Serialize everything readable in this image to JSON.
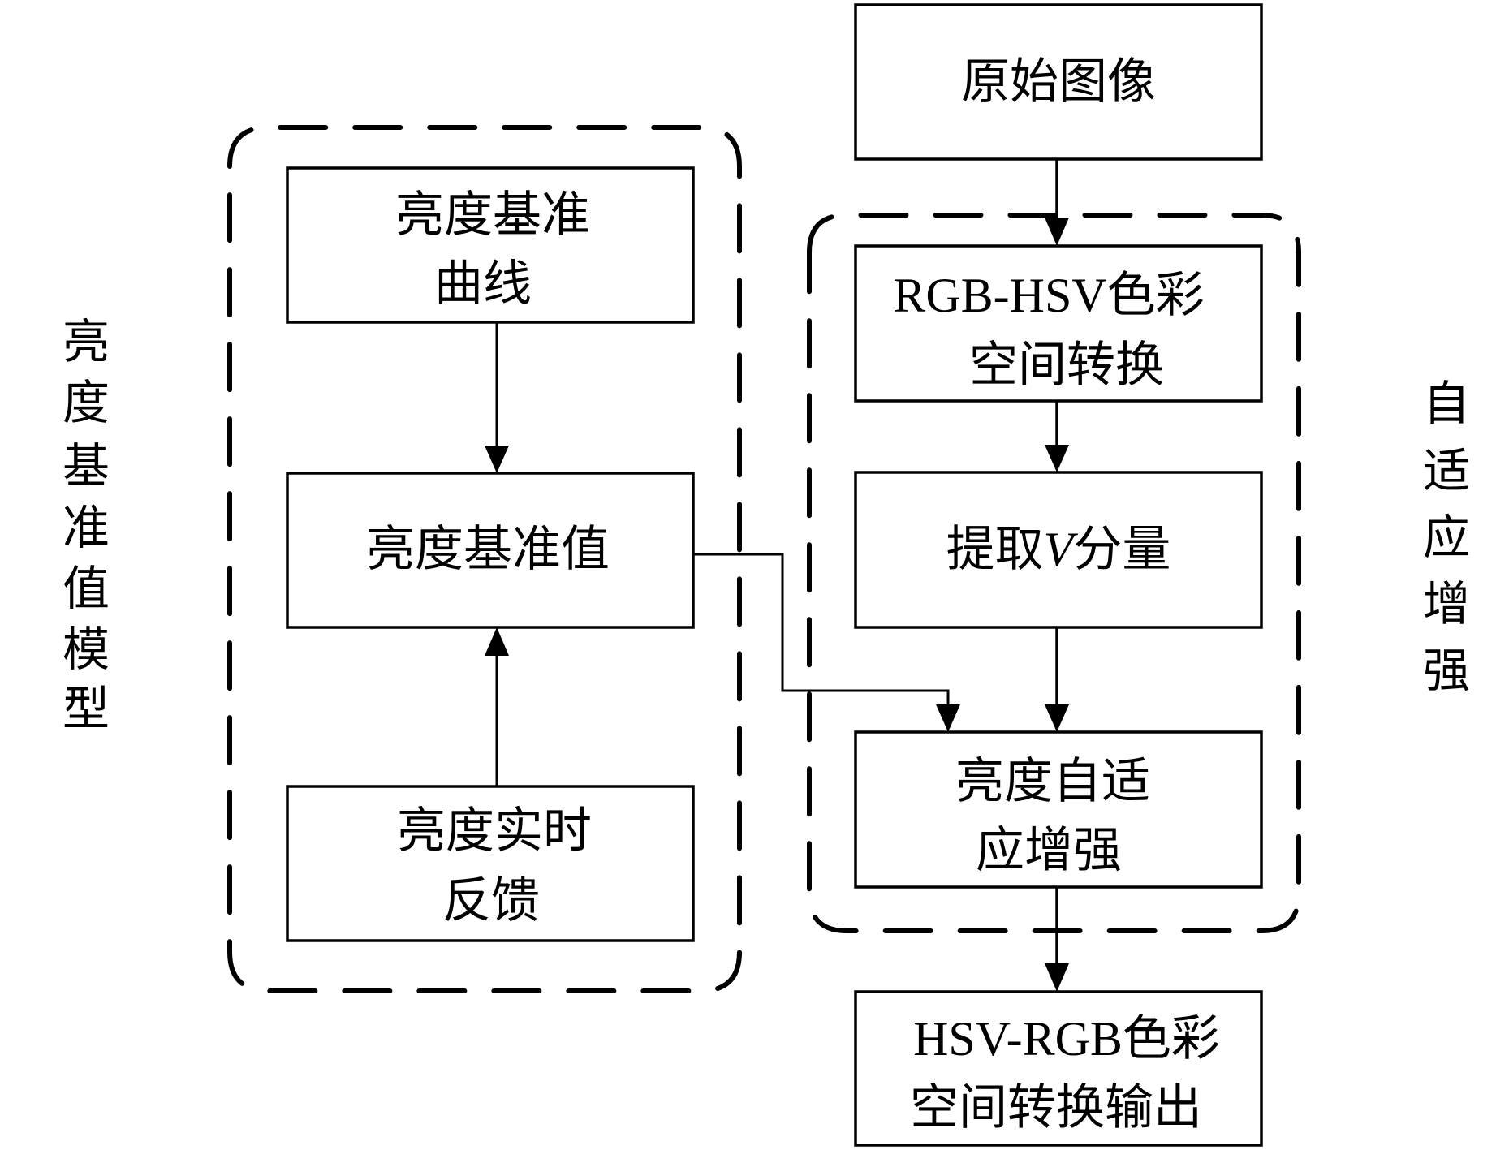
{
  "diagram": {
    "groups": {
      "brightness_model": {
        "label_chars": [
          "亮",
          "度",
          "基",
          "准",
          "值",
          "模",
          "型"
        ],
        "label": "亮度基准值模型"
      },
      "adaptive_enhancement": {
        "label_chars": [
          "自",
          "适",
          "应",
          "增",
          "强"
        ],
        "label": "自适应增强"
      }
    },
    "nodes": {
      "original_image": {
        "lines": [
          "原始图像"
        ]
      },
      "rgb_hsv": {
        "lines": [
          "RGB-HSV色彩",
          "空间转换"
        ]
      },
      "extract_v": {
        "prefix": "提取",
        "italic": "V",
        "suffix": "分量"
      },
      "adaptive_enhance": {
        "lines": [
          "亮度自适",
          "应增强"
        ]
      },
      "hsv_rgb_output": {
        "lines": [
          "HSV-RGB色彩",
          "空间转换输出"
        ]
      },
      "reference_curve": {
        "lines": [
          "亮度基准",
          "曲线"
        ]
      },
      "reference_value": {
        "lines": [
          "亮度基准值"
        ]
      },
      "realtime_feedback": {
        "lines": [
          "亮度实时",
          "反馈"
        ]
      }
    },
    "edges": [
      {
        "from": "原始图像",
        "to": "RGB-HSV色彩空间转换"
      },
      {
        "from": "RGB-HSV色彩空间转换",
        "to": "提取V分量"
      },
      {
        "from": "提取V分量",
        "to": "亮度自适应增强"
      },
      {
        "from": "亮度自适应增强",
        "to": "HSV-RGB色彩空间转换输出"
      },
      {
        "from": "亮度基准曲线",
        "to": "亮度基准值"
      },
      {
        "from": "亮度实时反馈",
        "to": "亮度基准值"
      },
      {
        "from": "亮度基准值",
        "to": "亮度自适应增强"
      }
    ]
  }
}
